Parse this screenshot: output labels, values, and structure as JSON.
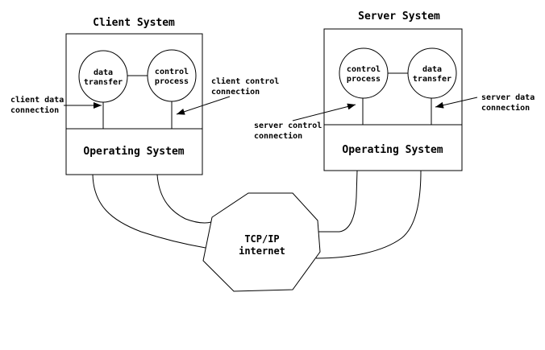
{
  "diagram": {
    "background_color": "#ffffff",
    "line_color": "#000000",
    "client": {
      "title": "Client System",
      "data_transfer": {
        "line1": "data",
        "line2": "transfer"
      },
      "control_process": {
        "line1": "control",
        "line2": "process"
      },
      "os_label": "Operating System"
    },
    "server": {
      "title": "Server System",
      "control_process": {
        "line1": "control",
        "line2": "process"
      },
      "data_transfer": {
        "line1": "data",
        "line2": "transfer"
      },
      "os_label": "Operating System"
    },
    "connections": {
      "client_data": {
        "line1": "client data",
        "line2": "connection"
      },
      "client_control": {
        "line1": "client control",
        "line2": "connection"
      },
      "server_control": {
        "line1": "server control",
        "line2": "connection"
      },
      "server_data": {
        "line1": "server data",
        "line2": "connection"
      }
    },
    "internet": {
      "line1": "TCP/IP",
      "line2": "internet"
    }
  }
}
